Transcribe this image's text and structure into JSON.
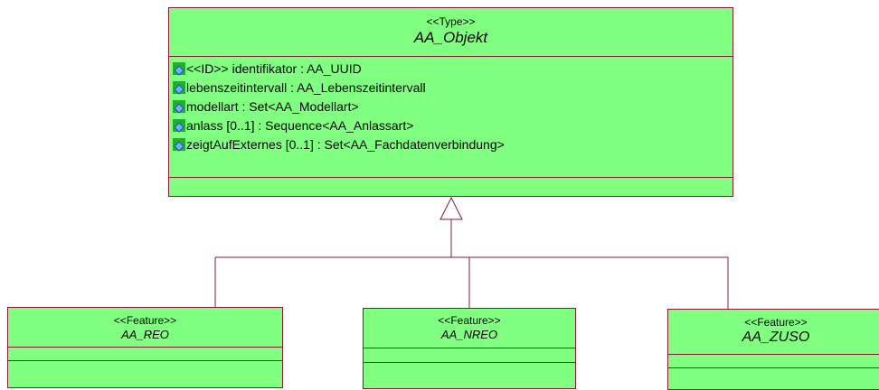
{
  "parent": {
    "stereotype": "<<Type>>",
    "name": "AA_Objekt",
    "attributes": [
      "<<ID>> identifikator : AA_UUID",
      "lebenszeitintervall : AA_Lebenszeitintervall",
      "modellart : Set<AA_Modellart>",
      "anlass [0..1] : Sequence<AA_Anlassart>",
      "zeigtAufExternes [0..1] : Set<AA_Fachdatenverbindung>"
    ]
  },
  "children": [
    {
      "stereotype": "<<Feature>>",
      "name": "AA_REO"
    },
    {
      "stereotype": "<<Feature>>",
      "name": "AA_NREO"
    },
    {
      "stereotype": "<<Feature>>",
      "name": "AA_ZUSO"
    }
  ],
  "colors": {
    "fill": "#80ff80",
    "border": "#8b1a3a",
    "icon": "#1fb02a"
  }
}
